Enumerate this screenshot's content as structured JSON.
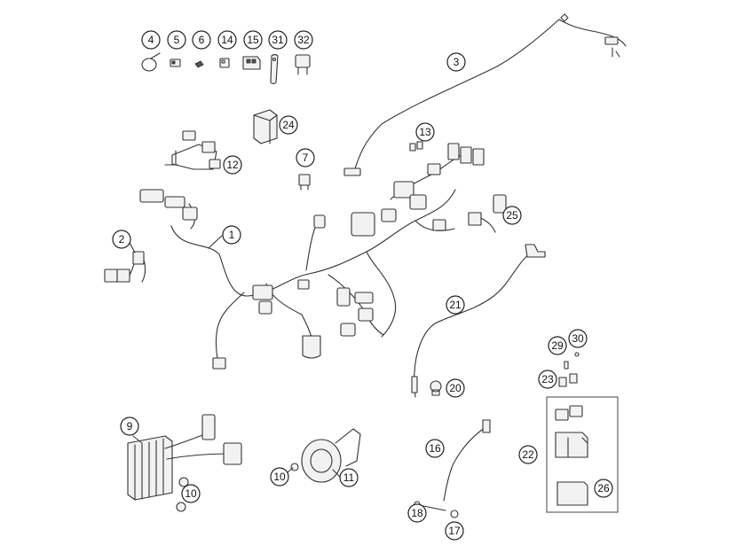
{
  "callouts": [
    {
      "id": "c4",
      "label": "4"
    },
    {
      "id": "c5",
      "label": "5"
    },
    {
      "id": "c6",
      "label": "6"
    },
    {
      "id": "c14",
      "label": "14"
    },
    {
      "id": "c15",
      "label": "15"
    },
    {
      "id": "c31",
      "label": "31"
    },
    {
      "id": "c32",
      "label": "32"
    },
    {
      "id": "c3",
      "label": "3"
    },
    {
      "id": "c24",
      "label": "24"
    },
    {
      "id": "c13",
      "label": "13"
    },
    {
      "id": "c12",
      "label": "12"
    },
    {
      "id": "c7",
      "label": "7"
    },
    {
      "id": "c25",
      "label": "25"
    },
    {
      "id": "c1",
      "label": "1"
    },
    {
      "id": "c2",
      "label": "2"
    },
    {
      "id": "c21",
      "label": "21"
    },
    {
      "id": "c29",
      "label": "29"
    },
    {
      "id": "c30",
      "label": "30"
    },
    {
      "id": "c23",
      "label": "23"
    },
    {
      "id": "c20",
      "label": "20"
    },
    {
      "id": "c9",
      "label": "9"
    },
    {
      "id": "c22",
      "label": "22"
    },
    {
      "id": "c16",
      "label": "16"
    },
    {
      "id": "c26",
      "label": "26"
    },
    {
      "id": "c10a",
      "label": "10"
    },
    {
      "id": "c11",
      "label": "11"
    },
    {
      "id": "c10b",
      "label": "10"
    },
    {
      "id": "c18",
      "label": "18"
    },
    {
      "id": "c17",
      "label": "17"
    }
  ]
}
